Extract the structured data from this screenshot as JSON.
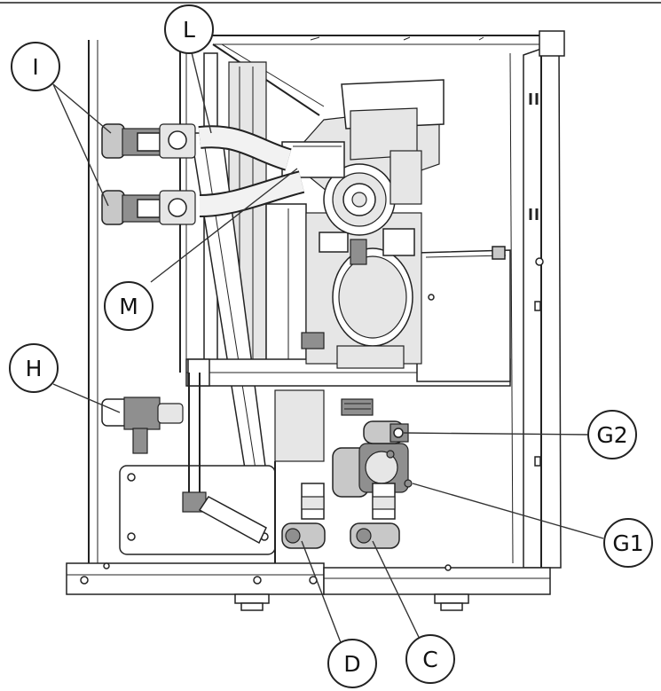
{
  "diagram": {
    "callouts": [
      {
        "id": "I",
        "label": "I"
      },
      {
        "id": "L",
        "label": "L"
      },
      {
        "id": "M",
        "label": "M"
      },
      {
        "id": "H",
        "label": "H"
      },
      {
        "id": "G2",
        "label": "G2"
      },
      {
        "id": "G1",
        "label": "G1"
      },
      {
        "id": "D",
        "label": "D"
      },
      {
        "id": "C",
        "label": "C"
      }
    ]
  }
}
